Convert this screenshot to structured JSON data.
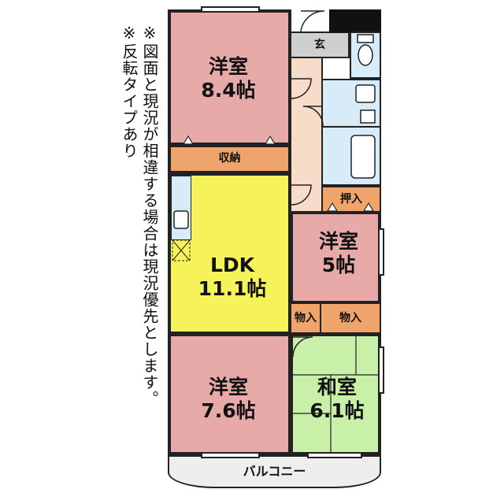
{
  "notes": {
    "line1": "※図面と現況が相違する場合は現況優先とします。",
    "line2": "※反転タイプあり"
  },
  "rooms": {
    "western_1": {
      "name": "洋室",
      "size": "8.4帖"
    },
    "storage_1": {
      "name": "収納"
    },
    "entrance": {
      "name": "玄"
    },
    "ldk": {
      "name": "LDK",
      "size": "11.1帖"
    },
    "closet_oshiire": {
      "name": "押入"
    },
    "western_2": {
      "name": "洋室",
      "size": "5帖"
    },
    "storage_2": {
      "name": "物入"
    },
    "storage_3": {
      "name": "物入"
    },
    "western_3": {
      "name": "洋室",
      "size": "7.6帖"
    },
    "japanese": {
      "name": "和室",
      "size": "6.1帖"
    },
    "balcony": {
      "name": "バルコニー"
    }
  },
  "colors": {
    "western": "#e8a9a9",
    "ldk": "#f6f35a",
    "storage": "#eea46a",
    "japanese": "#c9f0a8",
    "wet": "#d7ecf8",
    "corridor": "#f7ddc9",
    "entrance": "#cfcfcf",
    "balcony": "#eeeeee"
  }
}
